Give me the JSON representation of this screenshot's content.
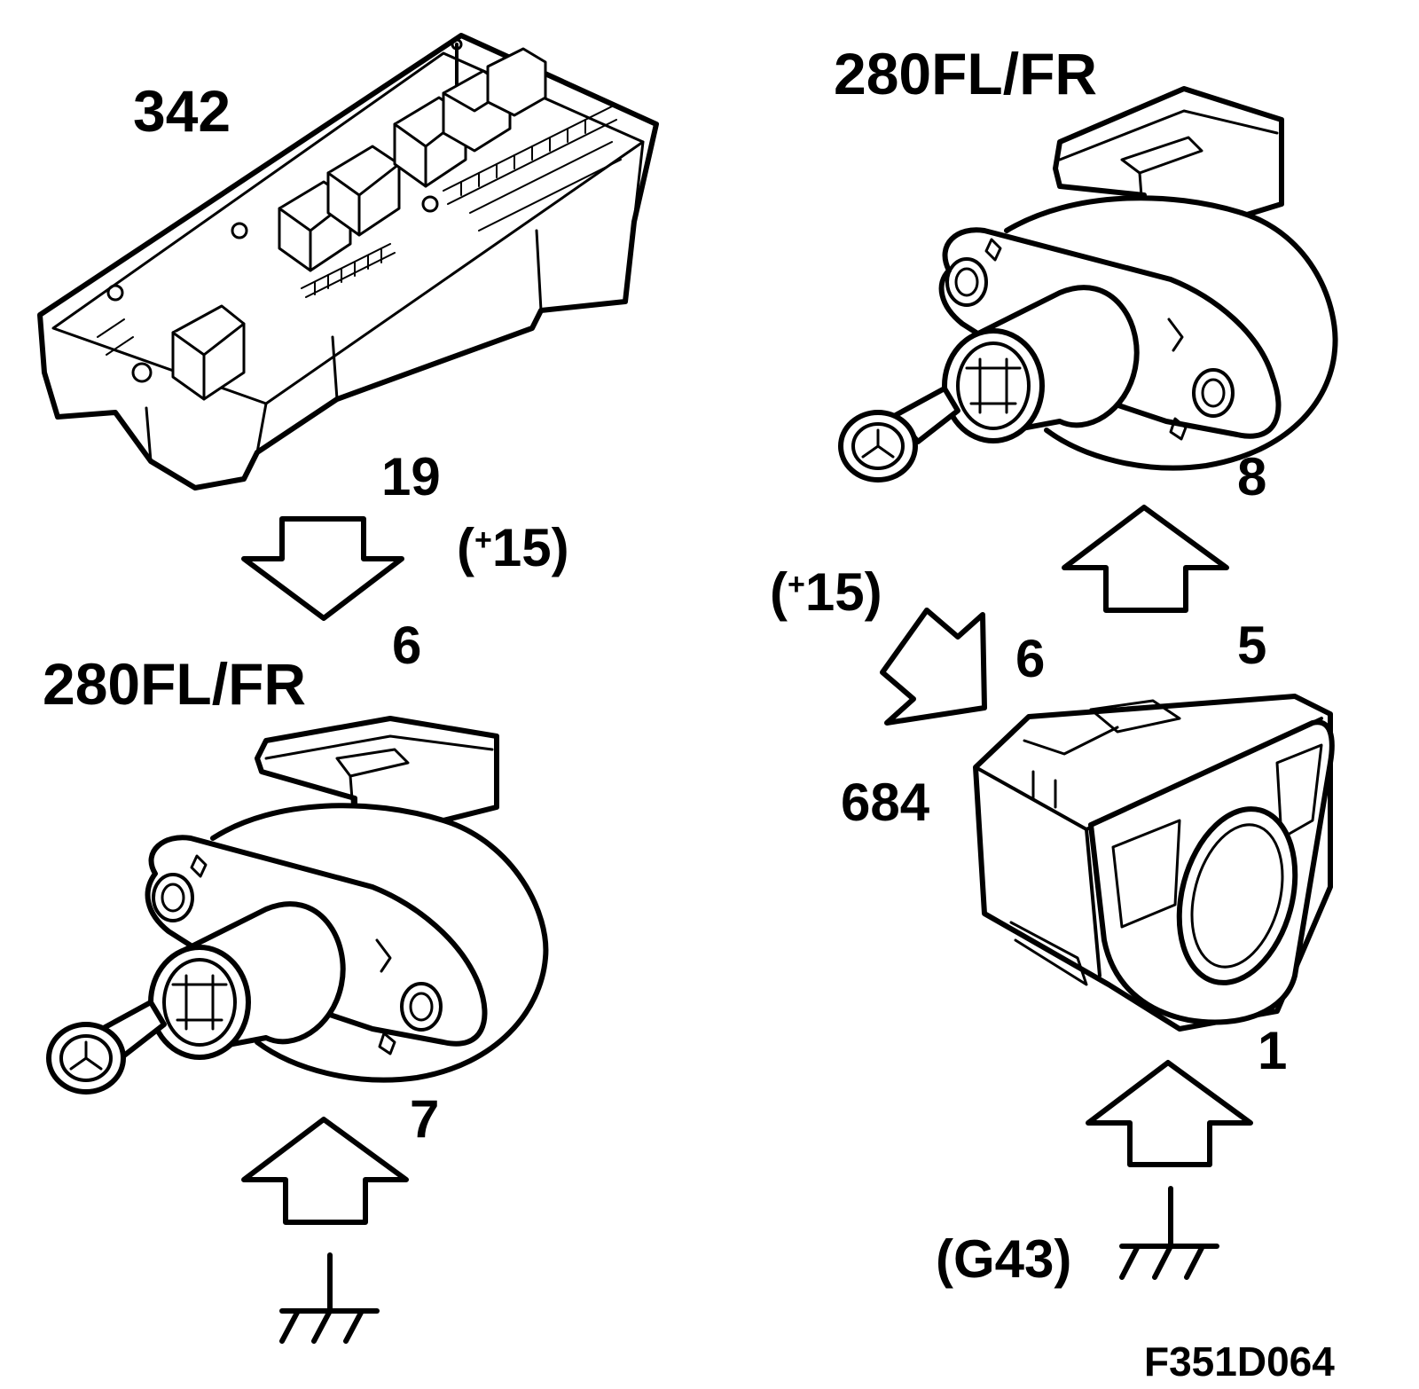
{
  "labels": {
    "fusebox": "342",
    "actuator_top_right": "280FL/FR",
    "actuator_bottom_left": "280FL/FR",
    "pin_19": "19",
    "pin_6_left": "6",
    "pin_7": "7",
    "pin_8": "8",
    "pin_5": "5",
    "pin_6_right": "6",
    "pin_1": "1",
    "switch": "684",
    "ground": "(G43)",
    "figure_id": "F351D064"
  },
  "supply_left": {
    "open": "(",
    "sign": "+",
    "value": "15)"
  },
  "supply_right": {
    "open": "(",
    "sign": "+",
    "value": "15)"
  },
  "colors": {
    "line": "#000000",
    "fill": "#ffffff"
  },
  "icons": [
    "fuse-relay-box-icon",
    "headlamp-leveling-motor-icon",
    "control-switch-icon",
    "ground-symbol-icon",
    "arrow-icon"
  ]
}
